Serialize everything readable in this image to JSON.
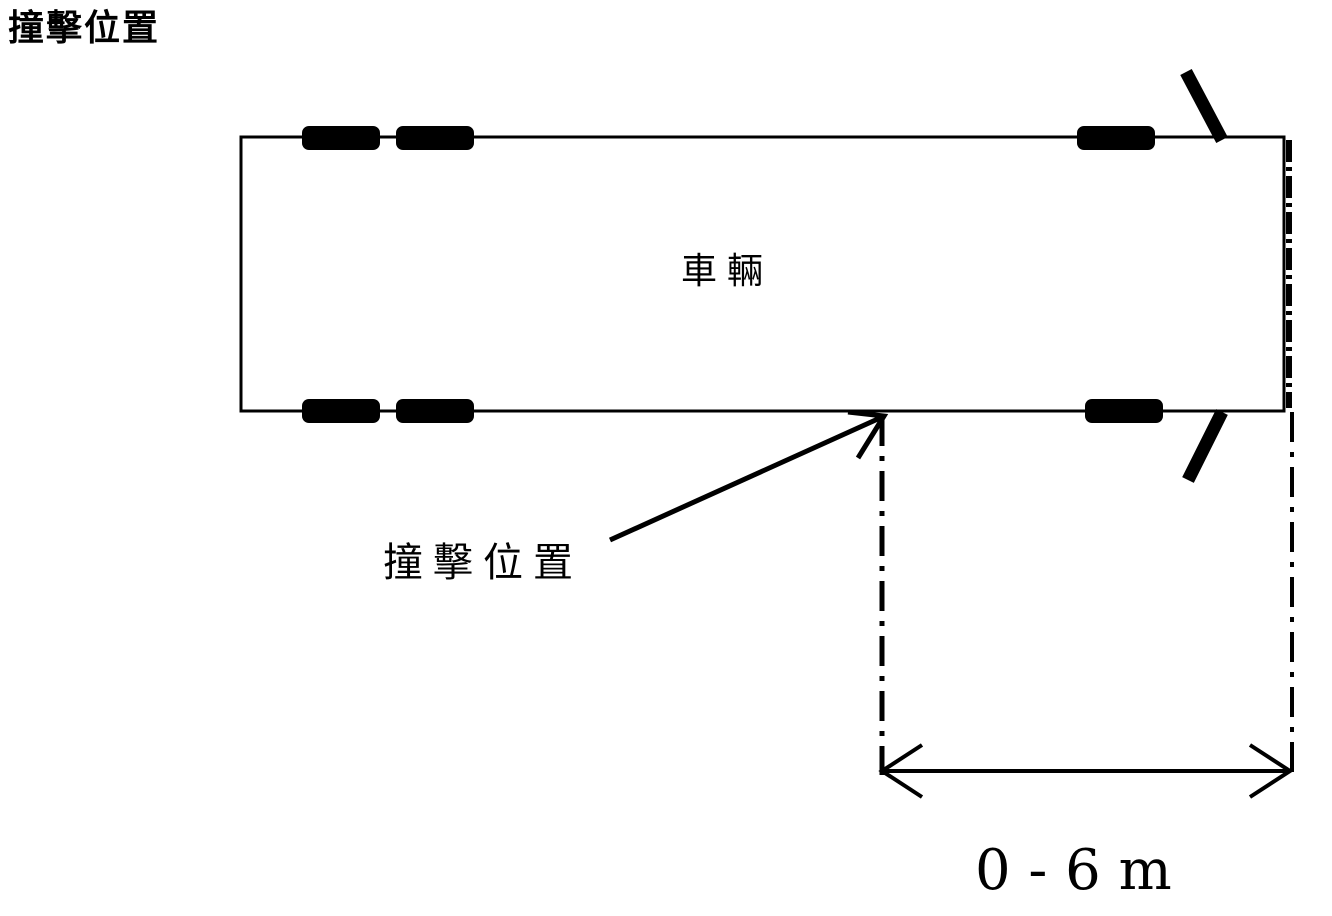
{
  "page_title": "撞擊位置",
  "diagram": {
    "vehicle_label": "車輛",
    "impact_label": "撞擊位置",
    "distance_label": "0 - 6 m"
  },
  "colors": {
    "ink": "#000000",
    "background": "#ffffff"
  }
}
